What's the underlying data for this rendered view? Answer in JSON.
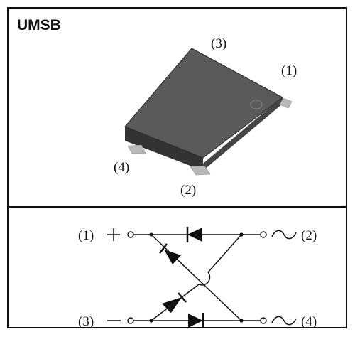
{
  "title": "UMSB",
  "package_pins": {
    "top": "(3)",
    "right": "(1)",
    "left": "(4)",
    "bottom": "(2)"
  },
  "schematic": {
    "pin1": "(1)",
    "pin1_symbol": "+",
    "pin2": "(2)",
    "pin2_symbol": "~",
    "pin3": "(3)",
    "pin3_symbol": "—",
    "pin4": "(4)",
    "pin4_symbol": "~"
  },
  "colors": {
    "package_top": "#5a5a5a",
    "package_front": "#333333",
    "package_side": "#454545",
    "lead": "#b8b8b8",
    "line": "#111111"
  }
}
